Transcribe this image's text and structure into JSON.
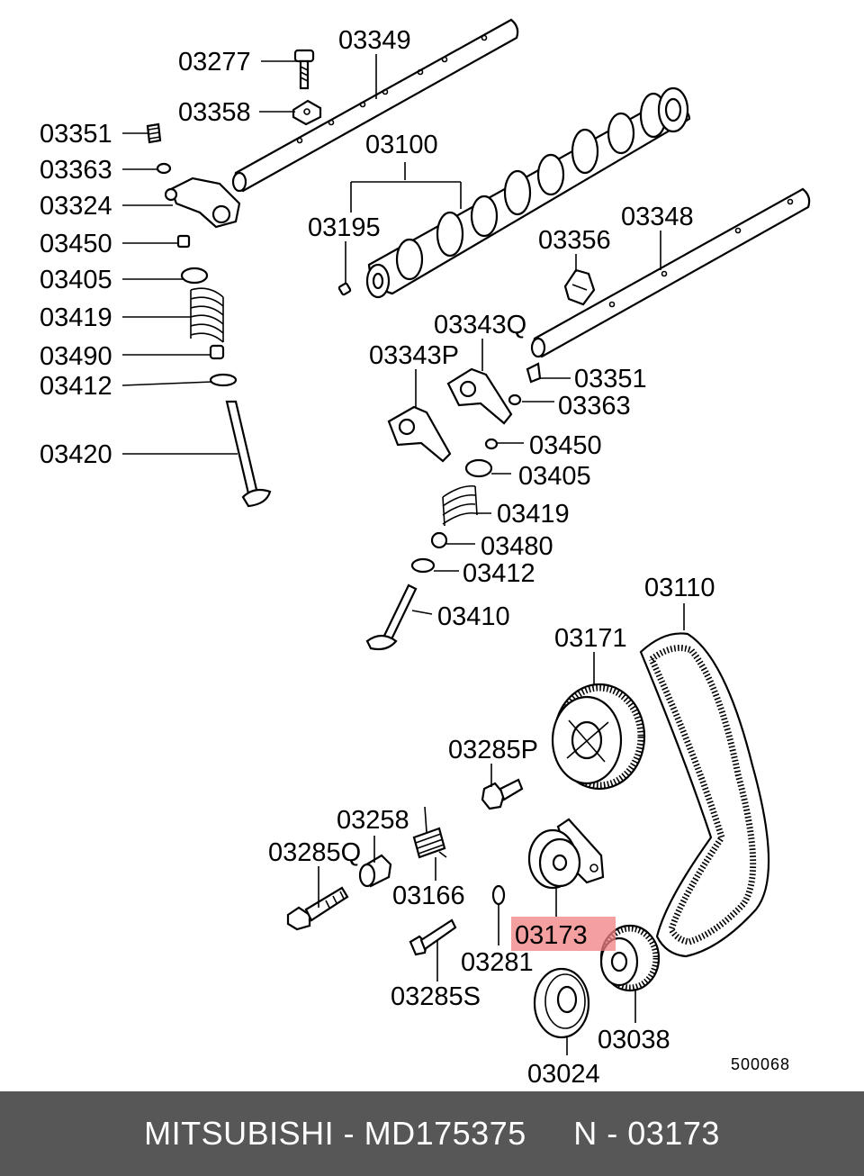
{
  "labels": {
    "p03349": "03349",
    "p03277": "03277",
    "p03358": "03358",
    "p03351_l": "03351",
    "p03363_l": "03363",
    "p03324": "03324",
    "p03450_l": "03450",
    "p03405_l": "03405",
    "p03419_l": "03419",
    "p03490": "03490",
    "p03412_l": "03412",
    "p03420": "03420",
    "p03100": "03100",
    "p03195": "03195",
    "p03348": "03348",
    "p03356": "03356",
    "p03343q": "03343Q",
    "p03343p": "03343P",
    "p03351_r": "03351",
    "p03363_r": "03363",
    "p03450_r": "03450",
    "p03405_r": "03405",
    "p03419_r": "03419",
    "p03480": "03480",
    "p03412_r": "03412",
    "p03410": "03410",
    "p03110": "03110",
    "p03171": "03171",
    "p03285p": "03285P",
    "p03258": "03258",
    "p03285q": "03285Q",
    "p03166": "03166",
    "p03281": "03281",
    "p03173": "03173",
    "p03285s": "03285S",
    "p03038": "03038",
    "p03024": "03024"
  },
  "highlight": {
    "label": "03173",
    "color": "#f08080"
  },
  "diagram_ref": "500068",
  "footer": {
    "text": "MITSUBISHI - MD175375     N - 03173",
    "background": "#575757"
  }
}
